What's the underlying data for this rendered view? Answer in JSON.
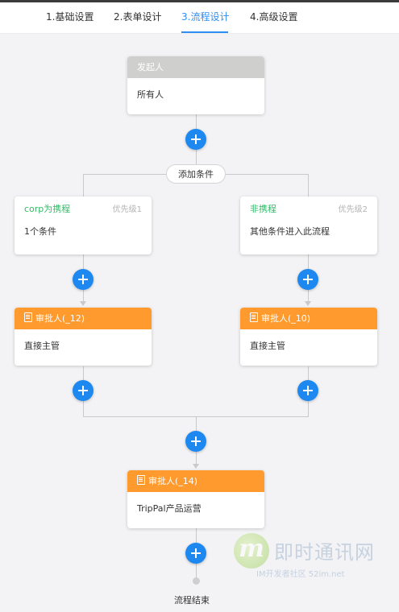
{
  "tabs": [
    {
      "label": "1.基础设置"
    },
    {
      "label": "2.表单设计"
    },
    {
      "label": "3.流程设计"
    },
    {
      "label": "4.高级设置"
    }
  ],
  "active_tab": "3.流程设计",
  "colors": {
    "accent": "#2f8ef4",
    "approver_header": "#ff9a2e",
    "initiator_header": "#cfcfcd",
    "condition_title": "#2dbb66",
    "plus_button": "#1e88f1"
  },
  "initiator": {
    "title": "发起人",
    "body": "所有人"
  },
  "add_condition_label": "添加条件",
  "conditions": [
    {
      "title": "corp为携程",
      "priority": "优先级1",
      "body": "1个条件"
    },
    {
      "title": "非携程",
      "priority": "优先级2",
      "body": "其他条件进入此流程"
    }
  ],
  "approvers": [
    {
      "title": "审批人(_12)",
      "body": "直接主管"
    },
    {
      "title": "审批人(_10)",
      "body": "直接主管"
    },
    {
      "title": "审批人(_14)",
      "body": "TripPal产品运营"
    }
  ],
  "end_label": "流程结束",
  "watermark": {
    "logo": "m",
    "title": "即时通讯网",
    "subtitle": "IM开发者社区 52im.net"
  }
}
